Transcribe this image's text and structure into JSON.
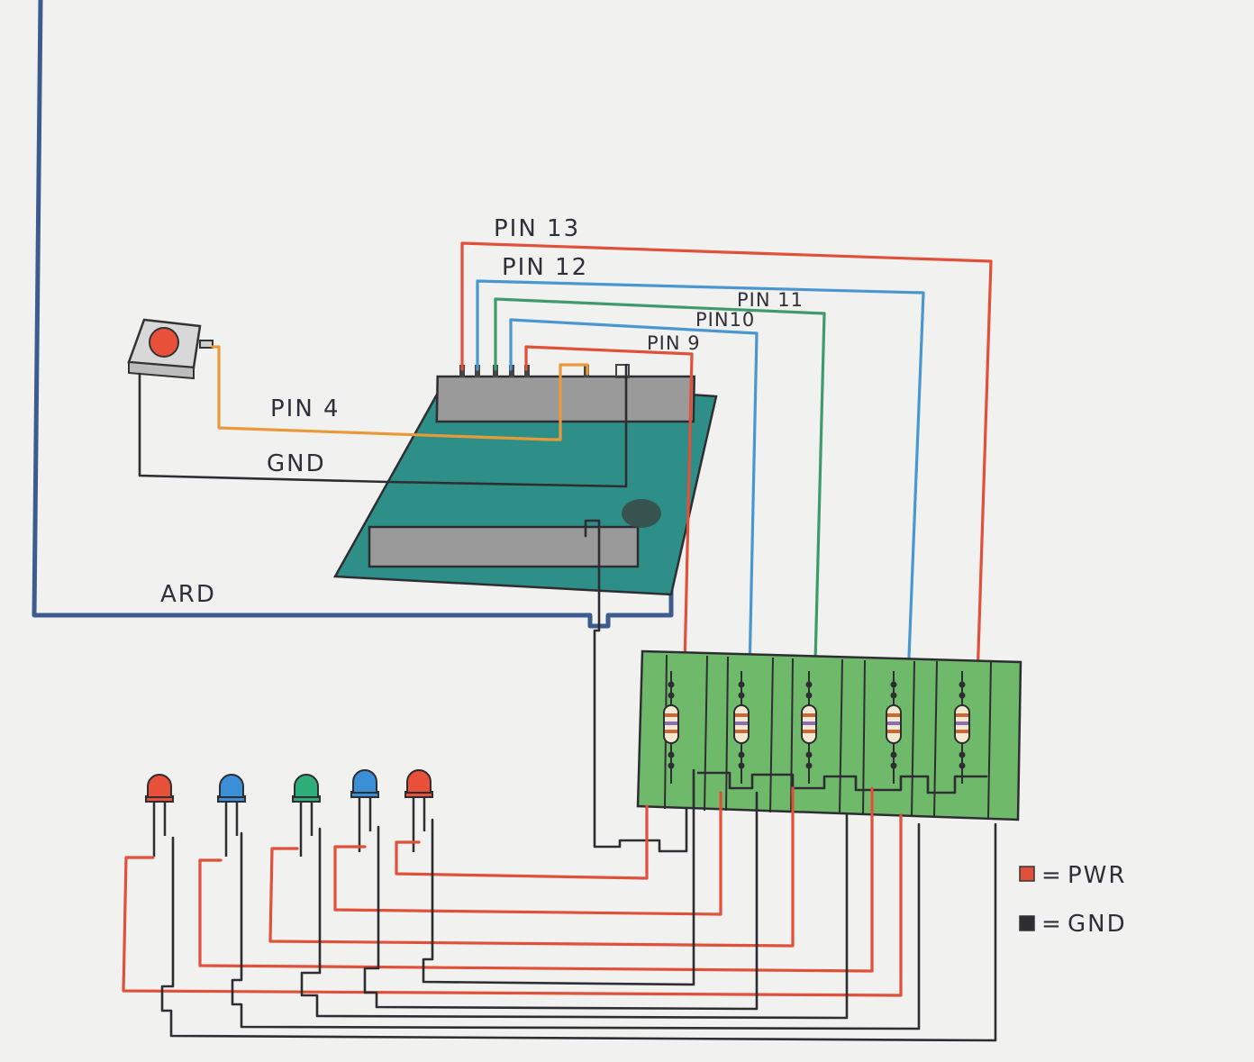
{
  "labels": {
    "pin13": "PIN 13",
    "pin12": "PIN 12",
    "pin11": "PIN 11",
    "pin10": "PIN10",
    "pin9": "PIN 9",
    "pin4": "PIN 4",
    "gnd": "GND",
    "ard": "ARD"
  },
  "legend": [
    {
      "symbol": "=",
      "text": "PWR",
      "color": "#e0503a"
    },
    {
      "symbol": "=",
      "text": "GND",
      "color": "#2e2e32"
    }
  ],
  "leds": [
    {
      "color": "#e8503a"
    },
    {
      "color": "#3a8fd6"
    },
    {
      "color": "#2fae7a"
    },
    {
      "color": "#3a8fd6"
    },
    {
      "color": "#e8503a"
    }
  ],
  "colors": {
    "board": "#2e8f88",
    "breadboard": "#6fb96a",
    "header": "#9a9a9a",
    "power_wire": "#e0503a",
    "ground_wire": "#2e2e32",
    "frame_wire": "#3b5c8c"
  }
}
